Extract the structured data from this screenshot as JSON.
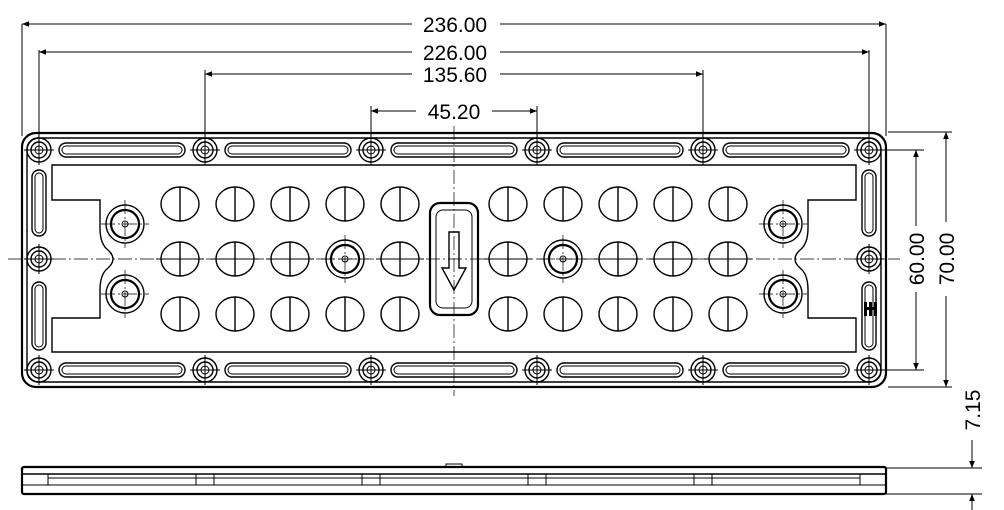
{
  "dimensions": {
    "overall_length": "236.00",
    "outer_hole_pitch": "226.00",
    "middle_hole_pitch": "135.60",
    "inner_hole_pitch": "45.20",
    "hole_row_pitch": "60.00",
    "overall_width": "70.00",
    "thickness": "7.15"
  },
  "lens_grid": {
    "rows": 3,
    "columns_per_side": 5
  },
  "colors": {
    "line": "#000000",
    "background": "#ffffff"
  }
}
